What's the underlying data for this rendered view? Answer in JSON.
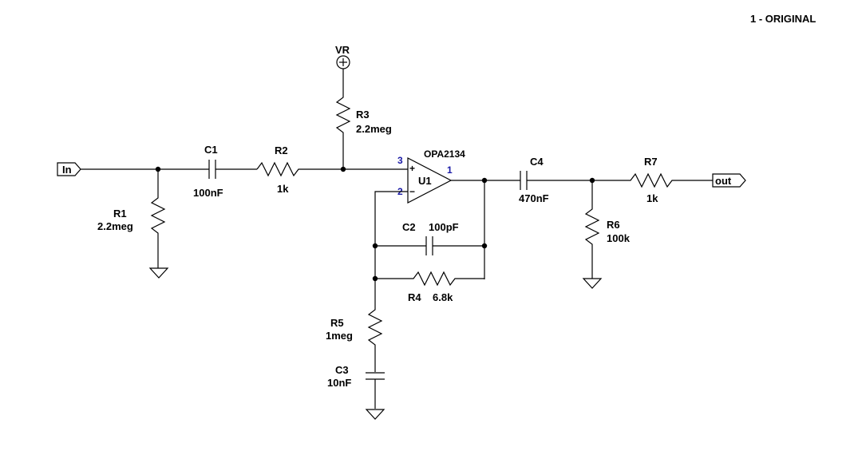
{
  "title": "1  -  ORIGINAL",
  "ports": {
    "in": "In",
    "out": "out",
    "vr": "VR"
  },
  "op_amp": {
    "ref": "U1",
    "part": "OPA2134",
    "pin_plus": "3",
    "pin_minus": "2",
    "pin_out": "1",
    "plus_sign": "+",
    "minus_sign": "−"
  },
  "components": {
    "C1": {
      "ref": "C1",
      "value": "100nF"
    },
    "R1": {
      "ref": "R1",
      "value": "2.2meg"
    },
    "R2": {
      "ref": "R2",
      "value": "1k"
    },
    "R3": {
      "ref": "R3",
      "value": "2.2meg"
    },
    "C2": {
      "ref": "C2",
      "value": "100pF"
    },
    "R4": {
      "ref": "R4",
      "value": "6.8k"
    },
    "R5": {
      "ref": "R5",
      "value": "1meg"
    },
    "C3": {
      "ref": "C3",
      "value": "10nF"
    },
    "C4": {
      "ref": "C4",
      "value": "470nF"
    },
    "R6": {
      "ref": "R6",
      "value": "100k"
    },
    "R7": {
      "ref": "R7",
      "value": "1k"
    }
  }
}
